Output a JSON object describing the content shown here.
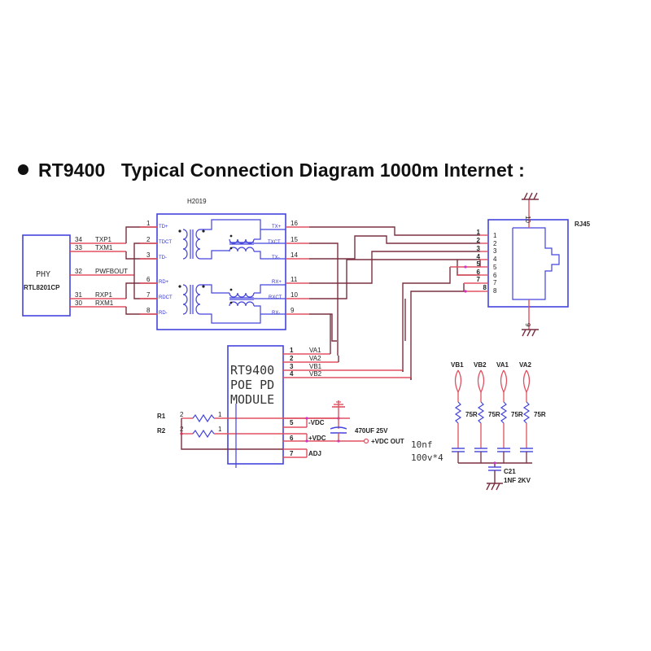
{
  "title": {
    "chip": "RT9400",
    "text": "Typical Connection Diagram 1000m  Internet :"
  },
  "colors": {
    "wire_red": "#e05060",
    "wire_dark": "#7a3040",
    "component_blue": "#4444dd",
    "text": "#222222"
  },
  "phy": {
    "label": "PHY",
    "part": "RTL8201CP",
    "pins": [
      {
        "num": "34",
        "name": "TXP1"
      },
      {
        "num": "33",
        "name": "TXM1"
      },
      {
        "num": "32",
        "name": "PWFBOUT"
      },
      {
        "num": "31",
        "name": "RXP1"
      },
      {
        "num": "30",
        "name": "RXM1"
      }
    ]
  },
  "transformer": {
    "label": "H2019",
    "left_pins": [
      {
        "num": "1",
        "name": "TD+"
      },
      {
        "num": "2",
        "name": "TDCT"
      },
      {
        "num": "3",
        "name": "TD-"
      },
      {
        "num": "6",
        "name": "RD+"
      },
      {
        "num": "7",
        "name": "RDCT"
      },
      {
        "num": "8",
        "name": "RD-"
      }
    ],
    "right_pins": [
      {
        "num": "16",
        "name": "TX+"
      },
      {
        "num": "15",
        "name": "TXCT"
      },
      {
        "num": "14",
        "name": "TX-"
      },
      {
        "num": "11",
        "name": "RX+"
      },
      {
        "num": "10",
        "name": "RXCT"
      },
      {
        "num": "9",
        "name": "RX-"
      }
    ]
  },
  "rj45": {
    "label": "RJ45",
    "pins": [
      "1",
      "2",
      "3",
      "4",
      "5",
      "6",
      "7",
      "8"
    ],
    "top_pin": "10",
    "bottom_pin": "9"
  },
  "poe_module": {
    "line1": "RT9400",
    "line2": "POE PD",
    "line3": "MODULE",
    "pins": [
      {
        "num": "1",
        "name": "VA1"
      },
      {
        "num": "2",
        "name": "VA2"
      },
      {
        "num": "3",
        "name": "VB1"
      },
      {
        "num": "4",
        "name": "VB2"
      },
      {
        "num": "5",
        "name": "-VDC"
      },
      {
        "num": "6",
        "name": "+VDC"
      },
      {
        "num": "7",
        "name": "ADJ"
      }
    ]
  },
  "resistors": [
    {
      "ref": "R1",
      "pin_a": "2",
      "pin_b": "1"
    },
    {
      "ref": "R2",
      "pin_a": "2",
      "pin_b": "1"
    }
  ],
  "output_cap": {
    "value": "470UF 25V"
  },
  "vdc_out": "+VDC OUT",
  "termination": {
    "nets": [
      "VB1",
      "VB2",
      "VA1",
      "VA2"
    ],
    "resistor_value": "75R",
    "cap_line1": "10nf",
    "cap_line2": "100v*4",
    "c21_ref": "C21",
    "c21_value": "1NF 2KV"
  }
}
